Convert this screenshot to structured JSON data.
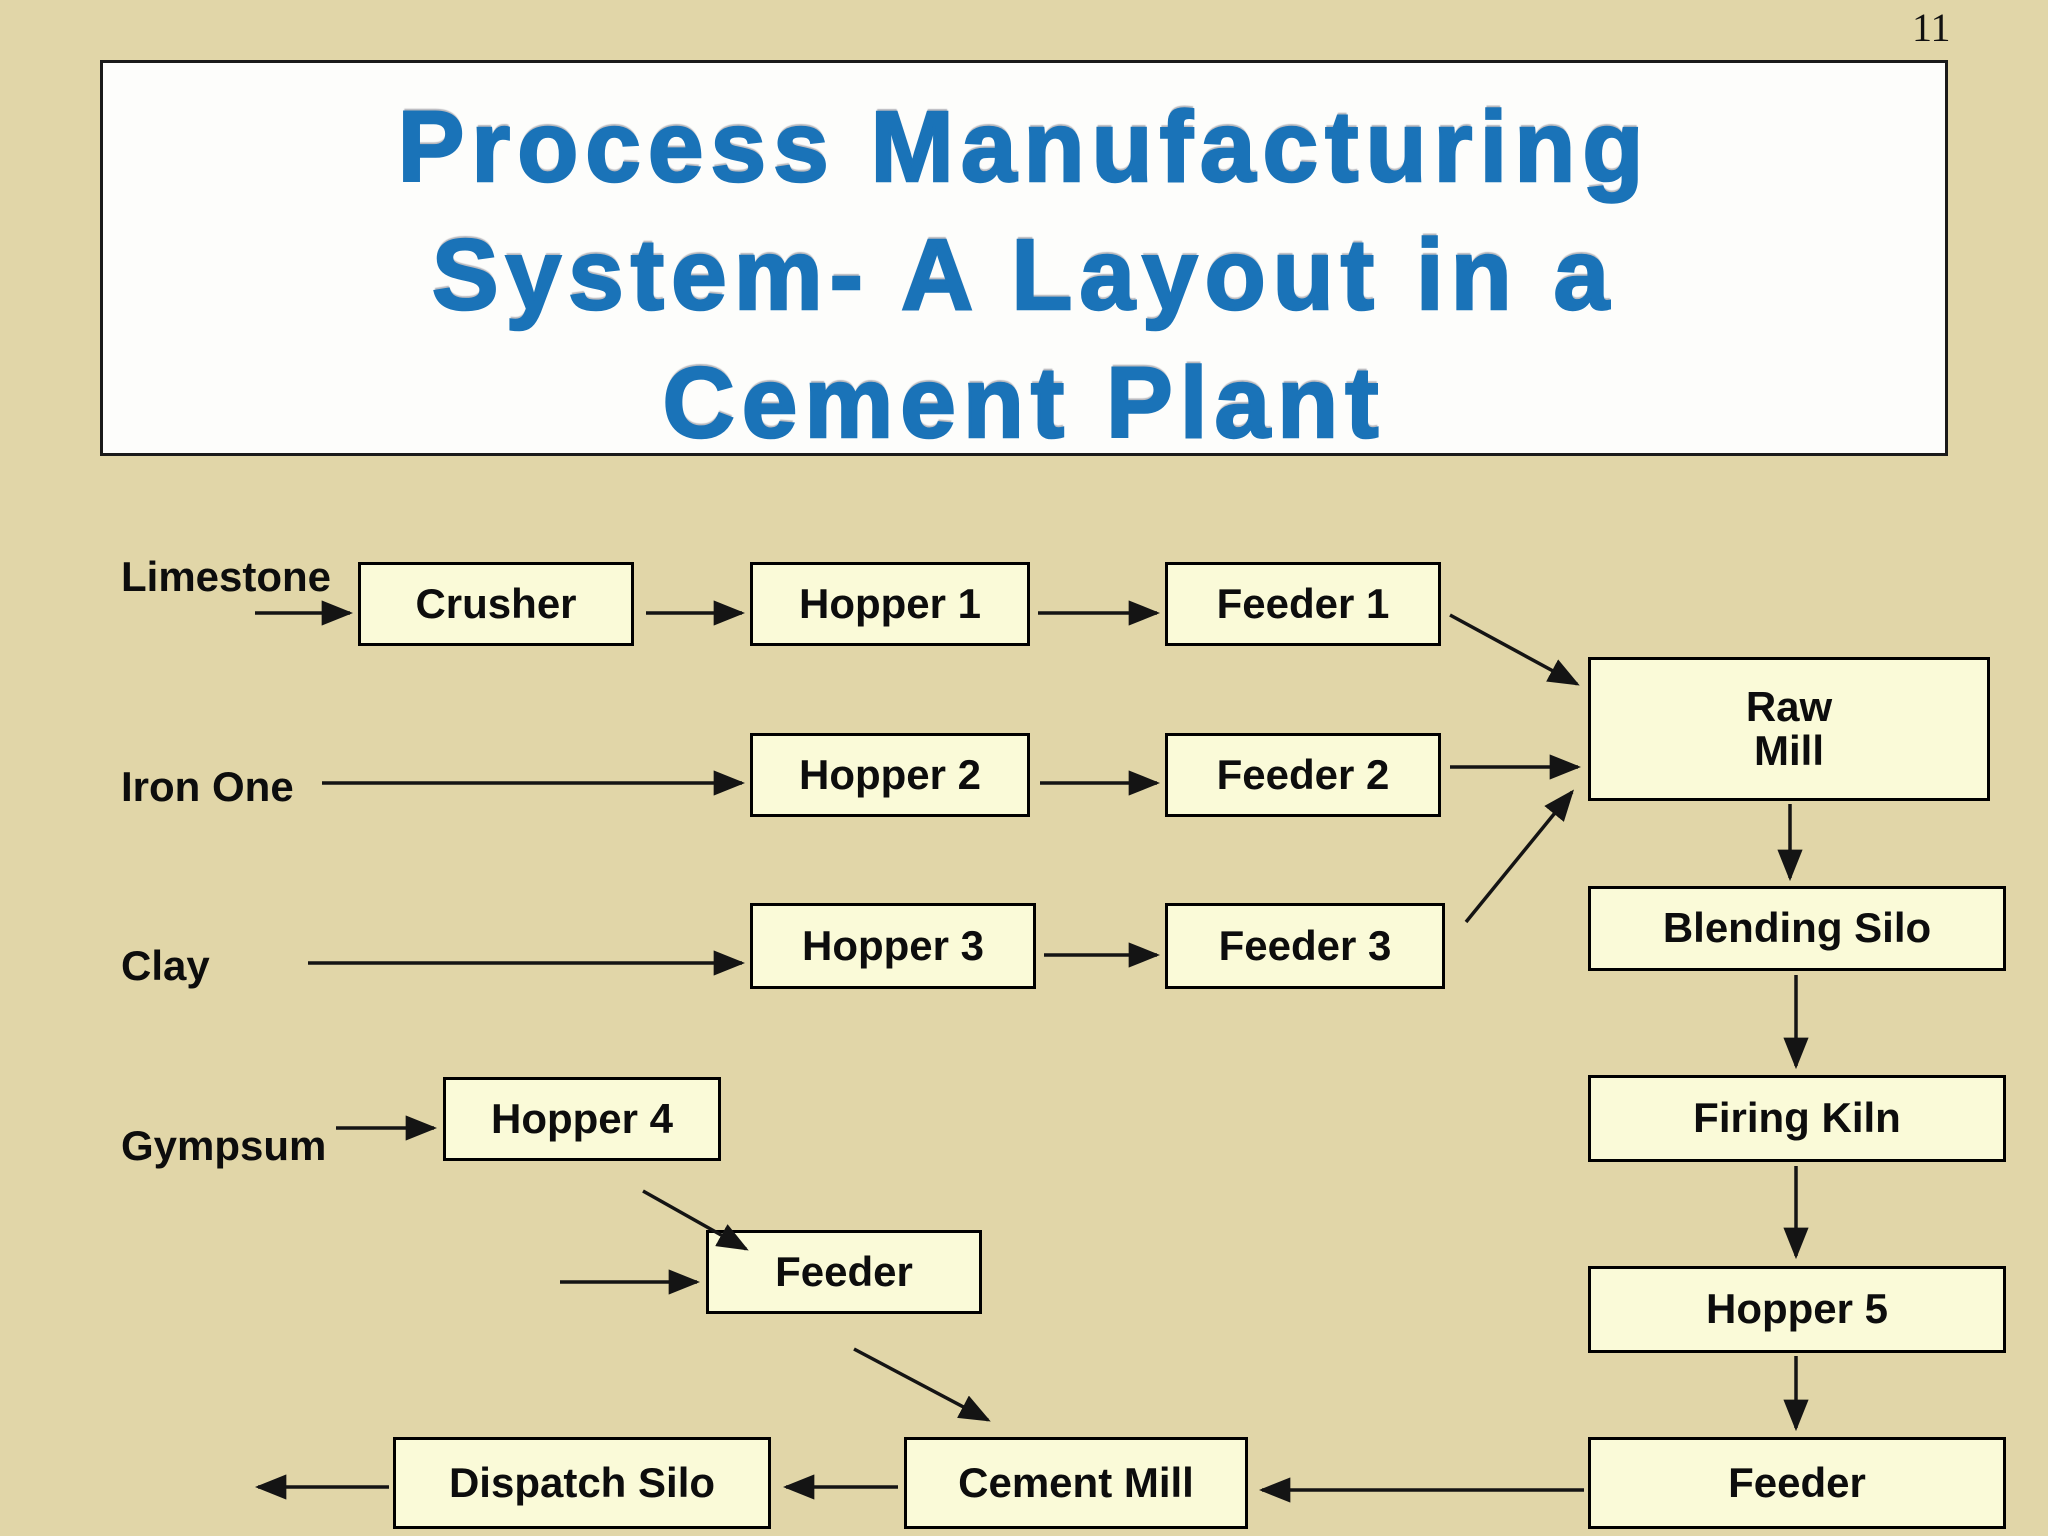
{
  "slide": {
    "page_number": "11"
  },
  "title": {
    "lines": [
      "Process Manufacturing",
      "System- A Layout in a",
      "Cement Plant"
    ]
  },
  "sources": {
    "limestone": "Limestone",
    "iron_one": "Iron One",
    "clay": "Clay",
    "gympsum": "Gympsum"
  },
  "nodes": {
    "crusher": "Crusher",
    "hopper1": "Hopper 1",
    "feeder1": "Feeder 1",
    "hopper2": "Hopper 2",
    "feeder2": "Feeder 2",
    "hopper3": "Hopper 3",
    "feeder3": "Feeder 3",
    "raw_mill": {
      "line1": "Raw",
      "line2": "Mill"
    },
    "blending_silo": "Blending Silo",
    "firing_kiln": "Firing Kiln",
    "hopper5": "Hopper 5",
    "feeder_right": "Feeder",
    "hopper4": "Hopper 4",
    "feeder_mid": "Feeder",
    "cement_mill": "Cement Mill",
    "dispatch_silo": "Dispatch Silo"
  },
  "diagram": {
    "type": "flowchart",
    "edges": [
      "Limestone → Crusher",
      "Crusher → Hopper 1",
      "Hopper 1 → Feeder 1",
      "Feeder 1 → Raw Mill",
      "Iron One → Hopper 2",
      "Hopper 2 → Feeder 2",
      "Feeder 2 → Raw Mill",
      "Clay → Hopper 3",
      "Hopper 3 → Feeder 3",
      "Feeder 3 → Raw Mill",
      "Raw Mill → Blending Silo",
      "Blending Silo → Firing Kiln",
      "Firing Kiln → Hopper 5",
      "Hopper 5 → Feeder",
      "Feeder (right) → Cement Mill",
      "Gympsum → Hopper 4",
      "Hopper 4 → Feeder",
      "Feeder → Cement Mill",
      "Cement Mill → Dispatch Silo",
      "Dispatch Silo → dispatch out"
    ]
  },
  "colors": {
    "background": "#e1d6a8",
    "box_fill": "#fafad8",
    "box_border": "#000000",
    "title_text": "#1a73b8",
    "title_background": "#fdfdfb",
    "arrow": "#141414",
    "label_text": "#0d0d0d"
  }
}
